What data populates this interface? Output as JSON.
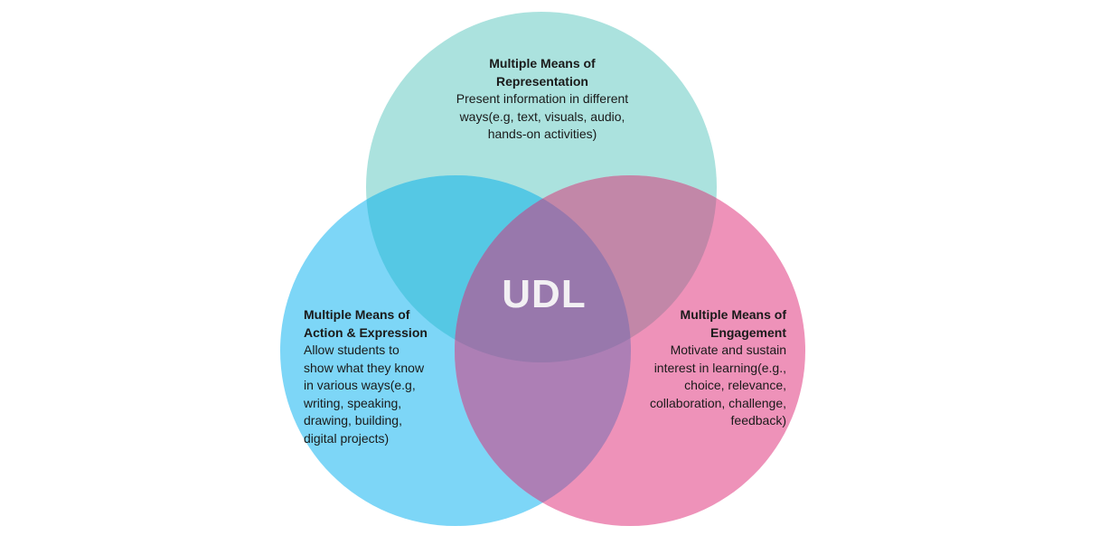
{
  "diagram": {
    "type": "venn-3",
    "center_label": "UDL",
    "sets": [
      {
        "id": "representation",
        "title_lines": [
          "Multiple Means of",
          "Representation"
        ],
        "description_lines": [
          "Present information in different",
          "ways(e.g, text, visuals, audio,",
          "hands-on activities)"
        ],
        "color": "#ABE2DE",
        "position": "top"
      },
      {
        "id": "action-expression",
        "title_lines": [
          "Multiple Means of",
          "Action & Expression"
        ],
        "description_lines": [
          "Allow students to",
          "show what they know",
          "in various ways(e.g,",
          "writing, speaking,",
          "drawing, building,",
          "digital projects)"
        ],
        "color": "#7DD6F7",
        "position": "bottom-left"
      },
      {
        "id": "engagement",
        "title_lines": [
          "Multiple Means of",
          "Engagement"
        ],
        "description_lines": [
          "Motivate and sustain",
          "interest in learning(e.g.,",
          "choice, relevance,",
          "collaboration, challenge,",
          "feedback)"
        ],
        "color": "#EE92B9",
        "position": "bottom-right"
      }
    ],
    "overlap_colors": {
      "representation_action": "#55C8E4",
      "representation_engagement": "#C287A8",
      "action_engagement": "#AD7FB5",
      "all_three": "#9878AC"
    }
  }
}
